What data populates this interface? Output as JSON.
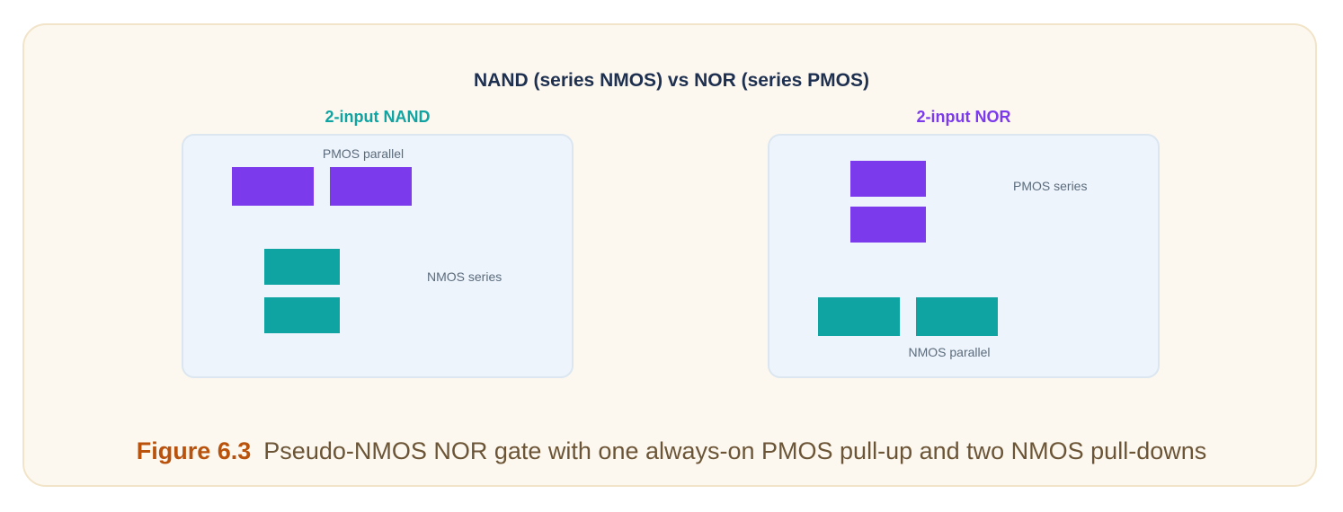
{
  "title": "NAND (series NMOS) vs NOR (series PMOS)",
  "colors": {
    "pmos": "#7c3aed",
    "nmos": "#0fa3a1",
    "nand_title": "#0fa3a1",
    "nor_title": "#7c3aed",
    "caption_number": "#b8520c"
  },
  "nand": {
    "title": "2-input NAND",
    "pmos_label": "PMOS parallel",
    "nmos_label": "NMOS series"
  },
  "nor": {
    "title": "2-input NOR",
    "pmos_label": "PMOS series",
    "nmos_label": "NMOS parallel"
  },
  "caption": {
    "number": "Figure 6.3",
    "text": "Pseudo-NMOS NOR gate with one always-on PMOS pull-up and two NMOS pull-downs"
  }
}
